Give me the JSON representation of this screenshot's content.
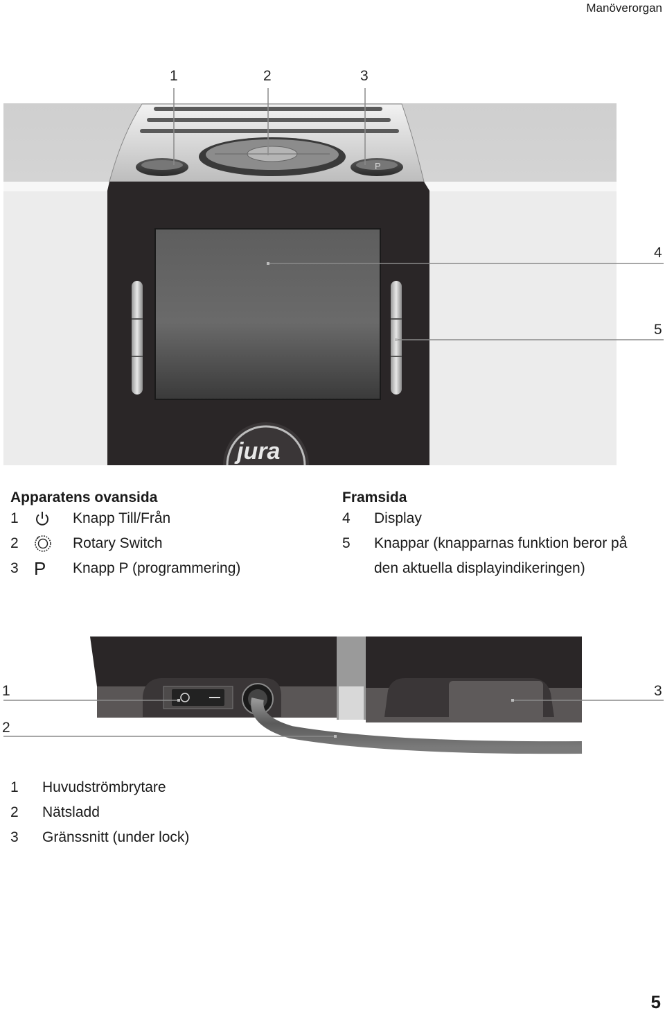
{
  "header": {
    "section_title": "Manöverorgan"
  },
  "top_callouts": [
    "1",
    "2",
    "3",
    "4",
    "5"
  ],
  "bottom_callouts": [
    "1",
    "2",
    "3"
  ],
  "top_brand": "jura",
  "top_button_p_letter": "P",
  "legend_top_left": {
    "title": "Apparatens ovansida",
    "items": [
      {
        "num": "1",
        "icon": "power-icon",
        "label": "Knapp Till/Från"
      },
      {
        "num": "2",
        "icon": "rotary-switch-icon",
        "label": "Rotary Switch"
      },
      {
        "num": "3",
        "icon": "p-letter-icon",
        "icon_text": "P",
        "label": "Knapp P (programmering)"
      }
    ]
  },
  "legend_top_right": {
    "title": "Framsida",
    "items": [
      {
        "num": "4",
        "label": "Display"
      },
      {
        "num": "5",
        "label": "Knappar (knapparnas funktion beror på",
        "label2": "den aktuella displayindikeringen)"
      }
    ]
  },
  "legend_bottom": {
    "items": [
      {
        "num": "1",
        "label": "Huvudströmbrytare"
      },
      {
        "num": "2",
        "label": "Nätsladd"
      },
      {
        "num": "3",
        "label": "Gränssnitt (under lock)"
      }
    ]
  },
  "page_number": "5",
  "colors": {
    "machine_dark": "#2a2627",
    "panel_gray": "#d9d9d9",
    "callout_line": "#8a8a8a"
  }
}
